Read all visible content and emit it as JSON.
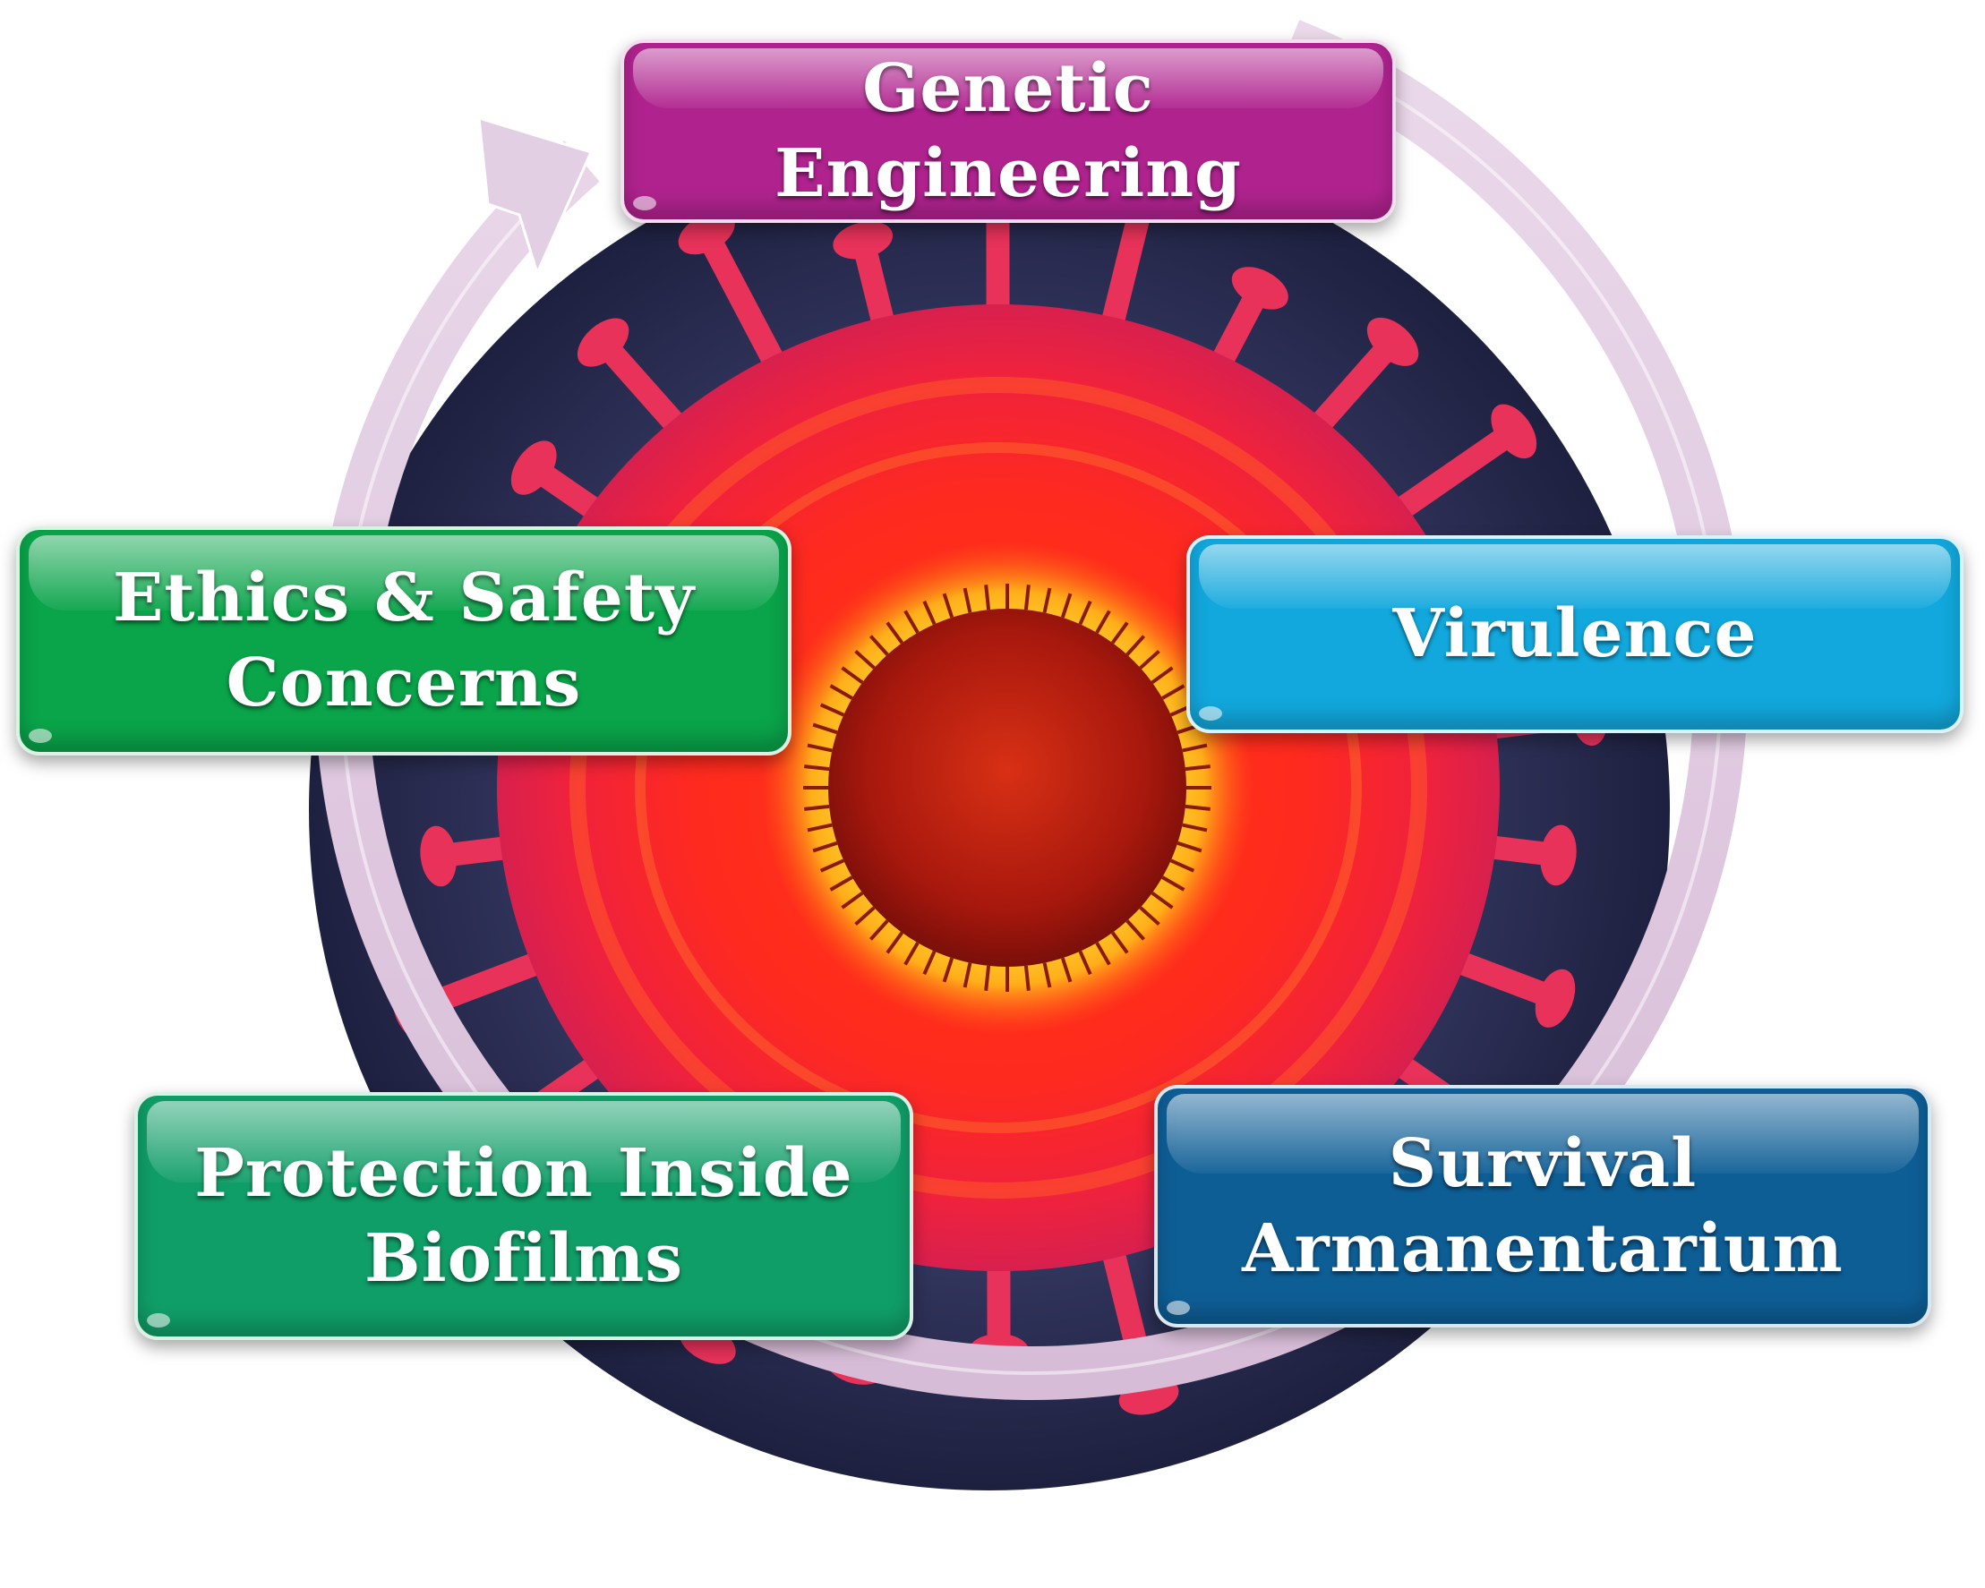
{
  "labels": {
    "genetic_engineering": {
      "line1": "Genetic Engineering",
      "color": "#b0238f"
    },
    "ethics_safety": {
      "line1": "Ethics & Safety",
      "line2": "Concerns",
      "color": "#0aa44a"
    },
    "virulence": {
      "line1": "Virulence",
      "color": "#12a8dd"
    },
    "protection_biofilms": {
      "line1": "Protection Inside",
      "line2": "Biofilms",
      "color": "#109e68"
    },
    "survival_armanentarium": {
      "line1": "Survival",
      "line2": "Armanentarium",
      "color": "#0e5e96"
    }
  },
  "colors": {
    "cycle_ring": "#e2cde2",
    "virus_body": "#ff2a1a",
    "virus_core": "#c81d10",
    "virus_glow": "#ffd21a",
    "spike": "#e8325a",
    "background_dark": "#2a2c4e"
  }
}
